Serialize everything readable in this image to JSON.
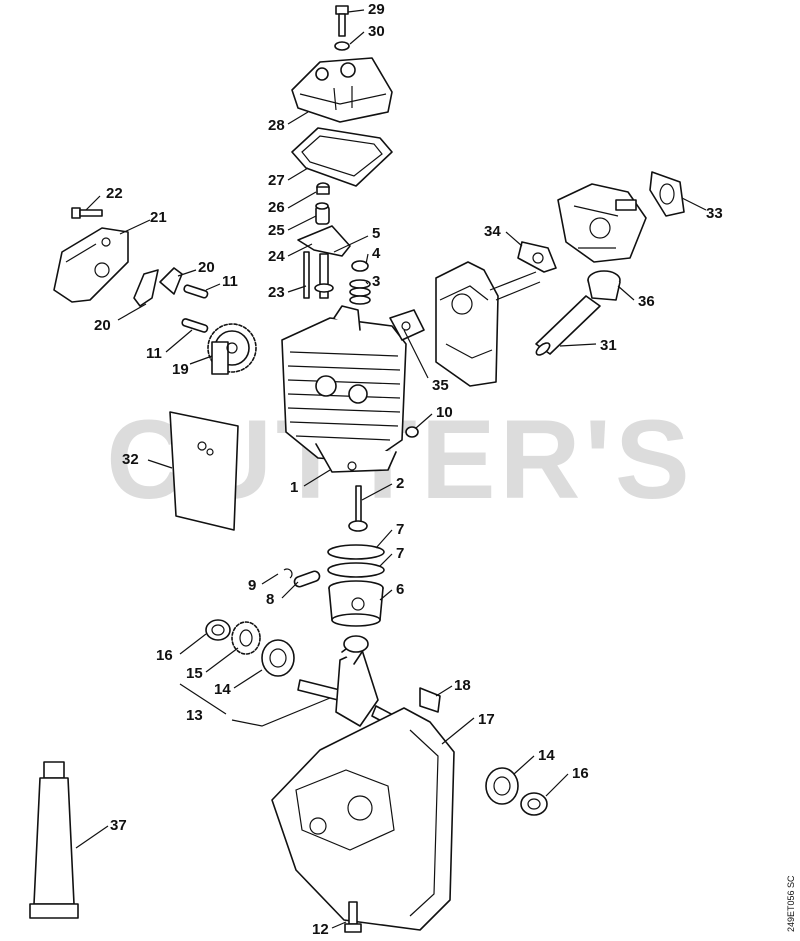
{
  "watermark": "CUTTER'S",
  "document_id": "249ET056 SC",
  "callouts": [
    "29",
    "30",
    "28",
    "27",
    "26",
    "25",
    "24",
    "5",
    "4",
    "3",
    "23",
    "22",
    "21",
    "20",
    "11",
    "20",
    "19",
    "11",
    "34",
    "33",
    "36",
    "31",
    "35",
    "10",
    "32",
    "1",
    "2",
    "7",
    "7",
    "6",
    "9",
    "8",
    "16",
    "15",
    "14",
    "13",
    "18",
    "17",
    "14",
    "16",
    "37",
    "12"
  ]
}
